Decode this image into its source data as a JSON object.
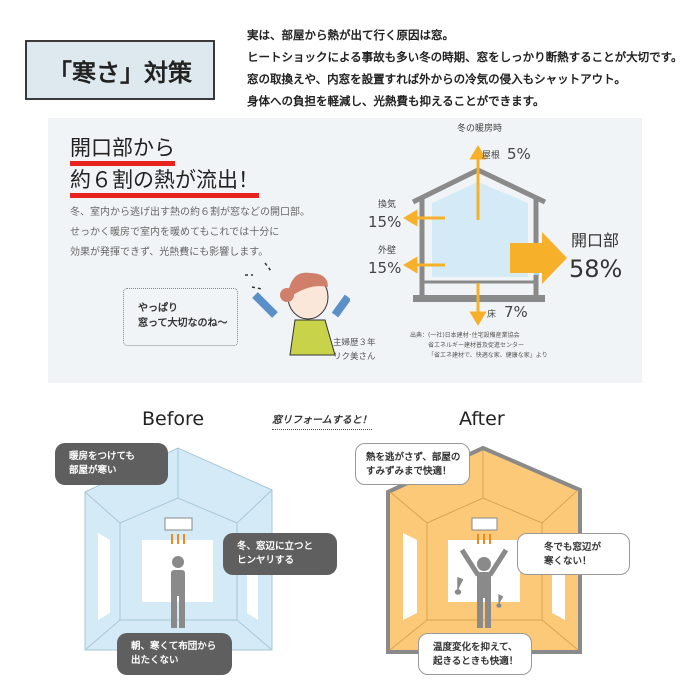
{
  "title": "「寒さ」対策",
  "intro": [
    "実は、部屋から熱が出て行く原因は窓。",
    "ヒートショックによる事故も多い冬の時期、窓をしっかり断熱することが大切です。",
    "窓の取換えや、内窓を設置すれば外からの冷気の侵入もシャットアウト。",
    "身体への負担を軽減し、光熱費も抑えることができます。"
  ],
  "headline": [
    "開口部から",
    "約６割の熱が流出！"
  ],
  "body": [
    "冬、室内から逃げ出す熱の約６割が窓などの開口部。",
    "せっかく暖房で室内を暖めてもこれでは十分に",
    "効果が発揮できず、光熱費にも影響します。"
  ],
  "quote": [
    "やっぱり",
    "窓って大切なのね〜"
  ],
  "character": [
    "主婦歴３年",
    "リク美さん"
  ],
  "diagram": {
    "title": "冬の暖房時",
    "roof": {
      "label": "屋根",
      "value": "5%"
    },
    "vent": {
      "label": "換気",
      "value": "15%"
    },
    "wall": {
      "label": "外壁",
      "value": "15%"
    },
    "floor": {
      "label": "床",
      "value": "7%"
    },
    "opening": {
      "label": "開口部",
      "value": "58%"
    },
    "source": [
      "出典：(一社)日本建材･住宅設備産業協会",
      "省エネルギー建材普及促進センター",
      "「省エネ建材で、快適な家、健康な家」より"
    ]
  },
  "before": {
    "title": "Before",
    "bubbles": [
      [
        "暖房をつけても",
        "部屋が寒い"
      ],
      [
        "冬、窓辺に立つと",
        "ヒンヤリする"
      ],
      [
        "朝、寒くて布団から",
        "出たくない"
      ]
    ]
  },
  "middle": "窓リフォームすると！",
  "after": {
    "title": "After",
    "bubbles": [
      [
        "熱を逃がさず、部屋の",
        "すみずみまで快適！"
      ],
      [
        "冬でも窓辺が",
        "寒くない！"
      ],
      [
        "温度変化を抑えて、",
        "起きるときも快適！"
      ]
    ]
  },
  "colors": {
    "accent": "#f7b02a",
    "red": "#e8231e",
    "cold": "#d4ebf7",
    "warm": "#fcc979"
  }
}
